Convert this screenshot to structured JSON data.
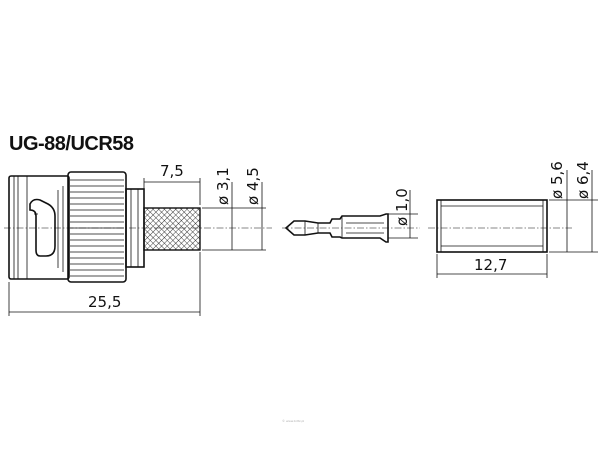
{
  "title": "UG-88/UCR58",
  "watermark": "© www.bdtz.pl",
  "dimensions": {
    "body_length": "25,5",
    "crimp_length": "7,5",
    "crimp_dia_inner": "ø 3,1",
    "crimp_dia_outer": "ø 4,5",
    "pin_dia": "ø 1,0",
    "ferrule_dia_inner": "ø 5,6",
    "ferrule_dia_outer": "ø 6,4",
    "ferrule_length": "12,7"
  },
  "components": [
    "bnc-connector-body",
    "center-pin",
    "crimp-ferrule"
  ],
  "colors": {
    "line": "#111111",
    "background": "#ffffff"
  }
}
